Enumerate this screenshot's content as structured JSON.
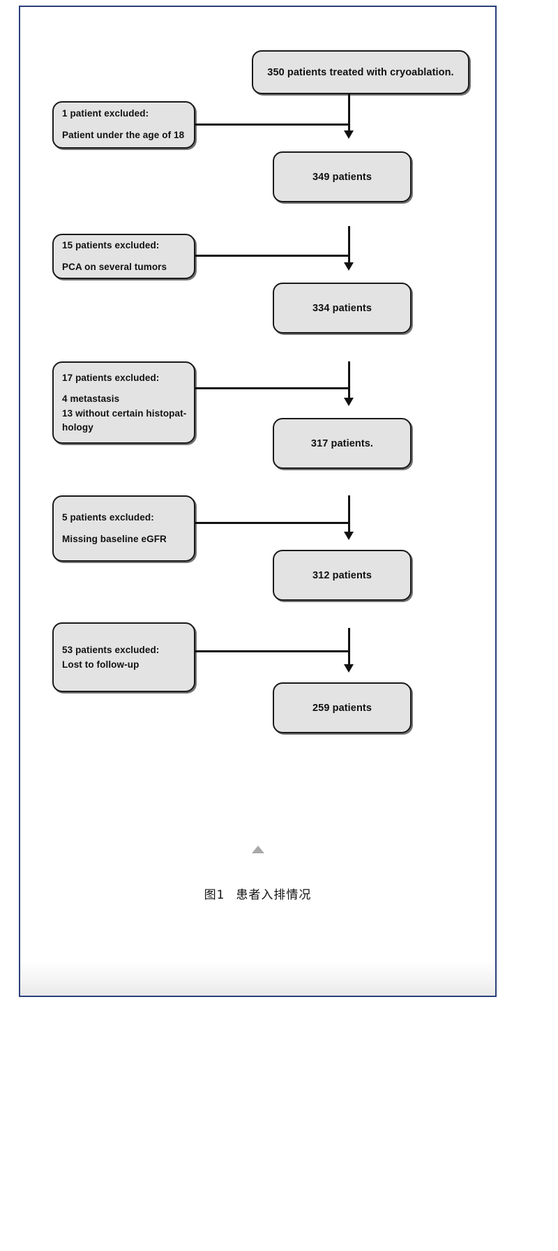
{
  "figure": {
    "caption_number": "图1",
    "caption_text": "患者入排情况",
    "collapse_marker_icon": "triangle-up-icon"
  },
  "colors": {
    "page_border": "#2b3f7a",
    "node_fill": "#e3e3e3",
    "node_border": "#1a1a1a",
    "connector": "#111111",
    "marker": "#a8a8a8"
  },
  "flow": {
    "cohort_nodes": [
      {
        "id": "cohort-initial",
        "label": "350 patients treated with cryoablation."
      },
      {
        "id": "cohort-349",
        "label": "349 patients"
      },
      {
        "id": "cohort-334",
        "label": "334 patients"
      },
      {
        "id": "cohort-317",
        "label": "317 patients."
      },
      {
        "id": "cohort-312",
        "label": "312 patients"
      },
      {
        "id": "cohort-259",
        "label": "259 patients"
      }
    ],
    "exclusion_nodes": [
      {
        "id": "exclusion-1",
        "lines": [
          "1 patient excluded:",
          "Patient under the age of 18"
        ]
      },
      {
        "id": "exclusion-2",
        "lines": [
          "15 patients excluded:",
          "PCA on several tumors"
        ]
      },
      {
        "id": "exclusion-3",
        "lines": [
          "17 patients excluded:",
          "4 metastasis",
          "13 without certain histopat-",
          "hology"
        ]
      },
      {
        "id": "exclusion-4",
        "lines": [
          "5 patients excluded:",
          "Missing baseline eGFR"
        ]
      },
      {
        "id": "exclusion-5",
        "lines": [
          "53 patients excluded:",
          "Lost to follow-up"
        ]
      }
    ]
  }
}
